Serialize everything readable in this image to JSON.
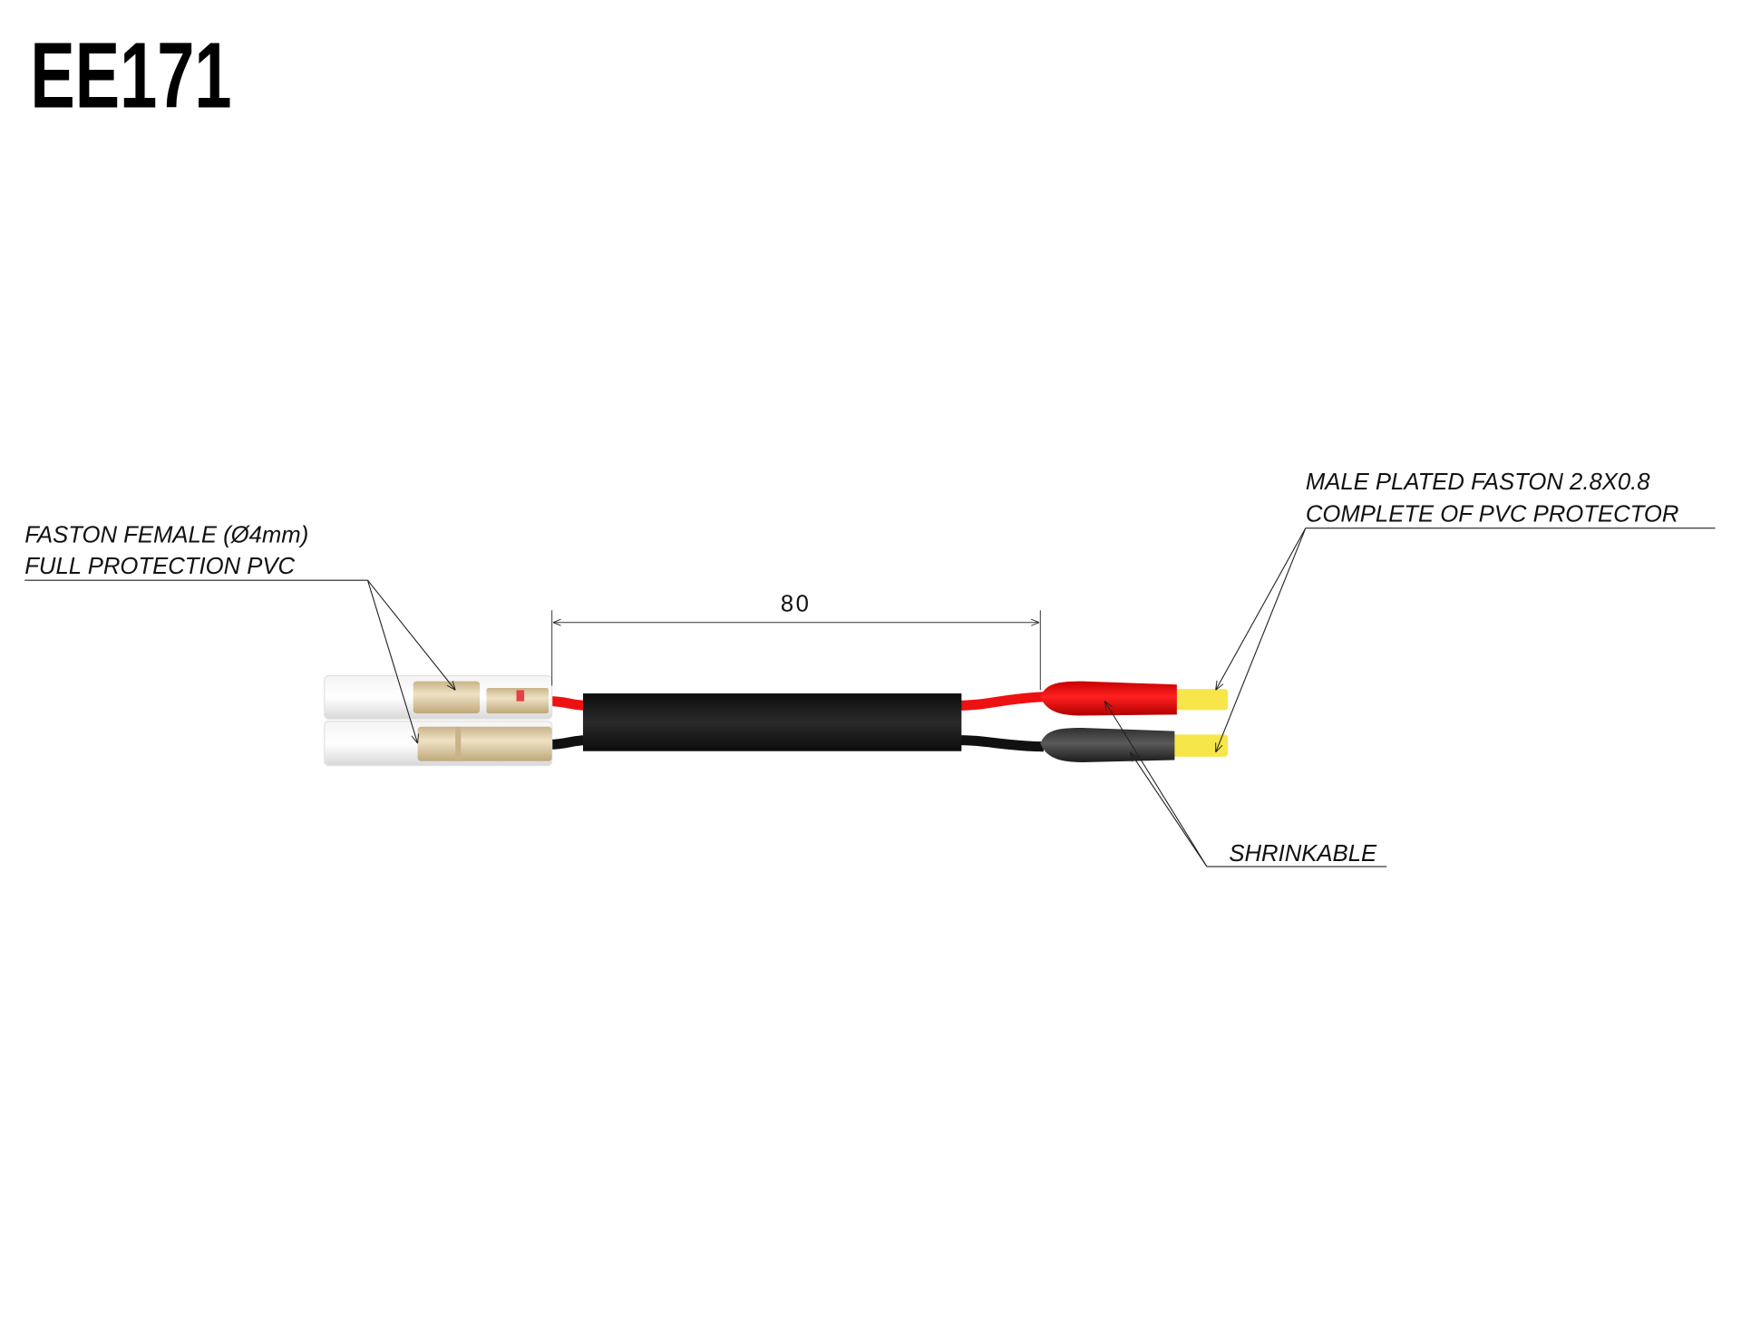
{
  "title": "EE171",
  "labels": {
    "female_line1": "FASTON FEMALE (Ø4mm)",
    "female_line2": "FULL PROTECTION PVC",
    "male_line1": "MALE PLATED FASTON 2.8X0.8",
    "male_line2": "COMPLETE OF PVC PROTECTOR",
    "shrinkable": "SHRINKABLE"
  },
  "dimension": "80",
  "colors": {
    "red_wire": "#ee1111",
    "black_wire": "#111111",
    "sleeve": "#1a1a1a",
    "tab": "#f7e64a",
    "brass": "#dcc9a4"
  }
}
